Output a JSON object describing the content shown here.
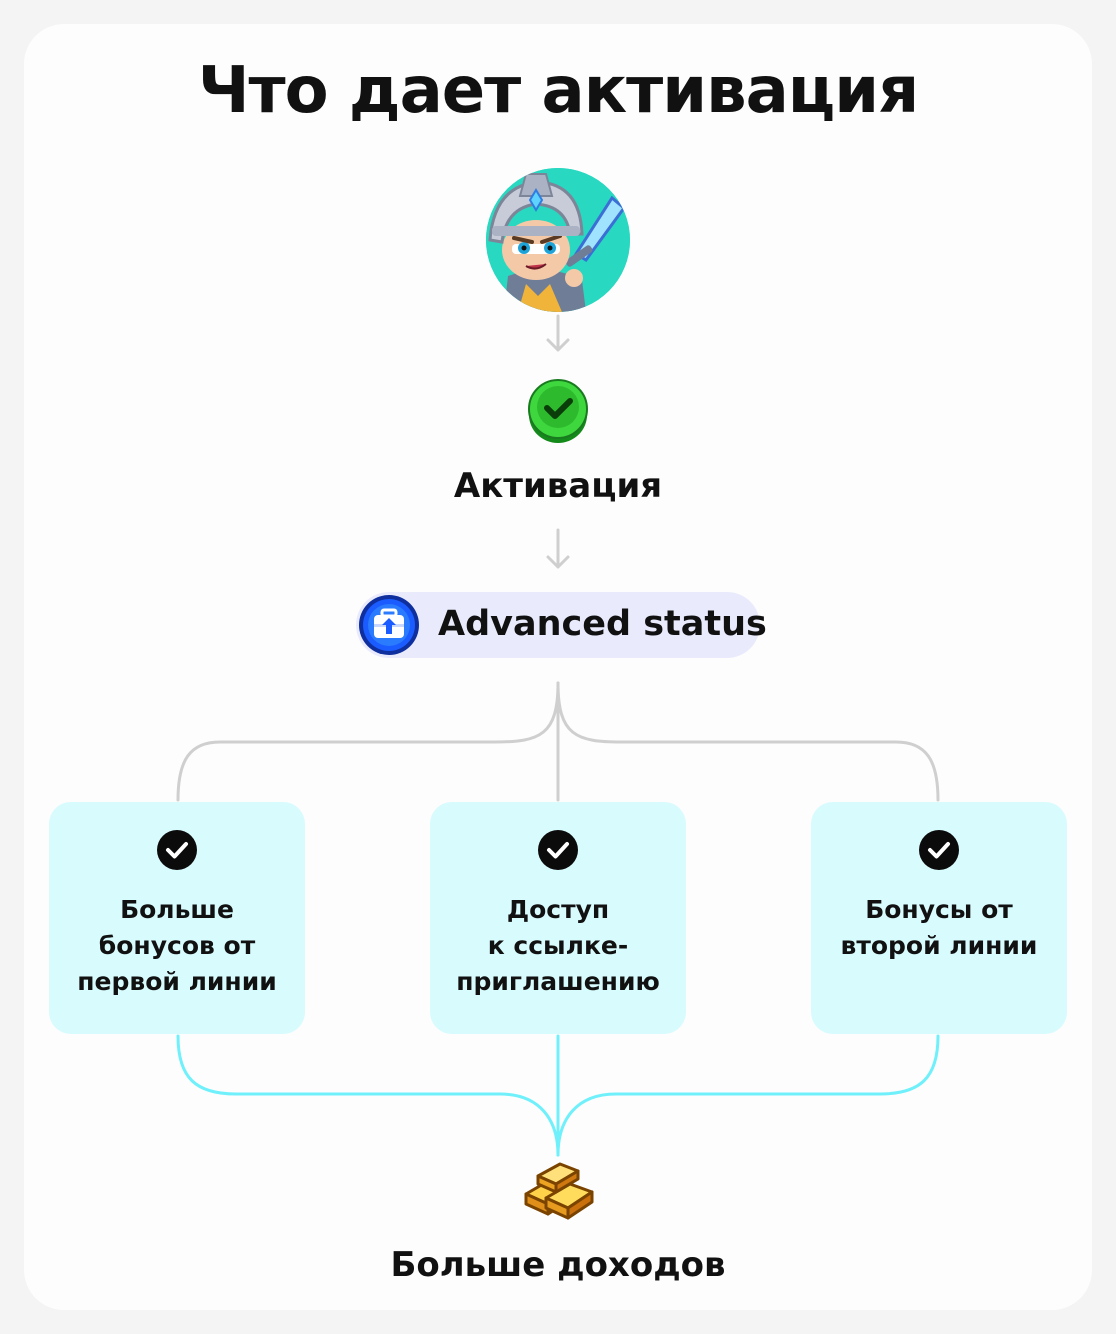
{
  "title": "Что дает активация",
  "activation_label": "Активация",
  "status_label": "Advanced status",
  "benefits": [
    {
      "text": "Больше\nбонусов от\nпервой линии"
    },
    {
      "text": "Доступ\nк ссылке-\nприглашению"
    },
    {
      "text": "Бонусы от\nвторой линии"
    }
  ],
  "result_label": "Больше доходов",
  "icons": {
    "avatar": "knight-avatar-icon",
    "activation": "green-check-icon",
    "status": "briefcase-upgrade-icon",
    "benefit": "check-circle-icon",
    "result": "gold-bars-icon"
  },
  "colors": {
    "background": "#f4f4f4",
    "card": "#fdfdfd",
    "status_pill": "#e9ebfd",
    "benefit_box": "#d8fbfe",
    "connector_gray": "#cfcfcf",
    "connector_cyan": "#6ff0fb",
    "check_green": "#2ecc2e",
    "status_blue": "#1a5cff",
    "gold": "#f7b21c"
  }
}
